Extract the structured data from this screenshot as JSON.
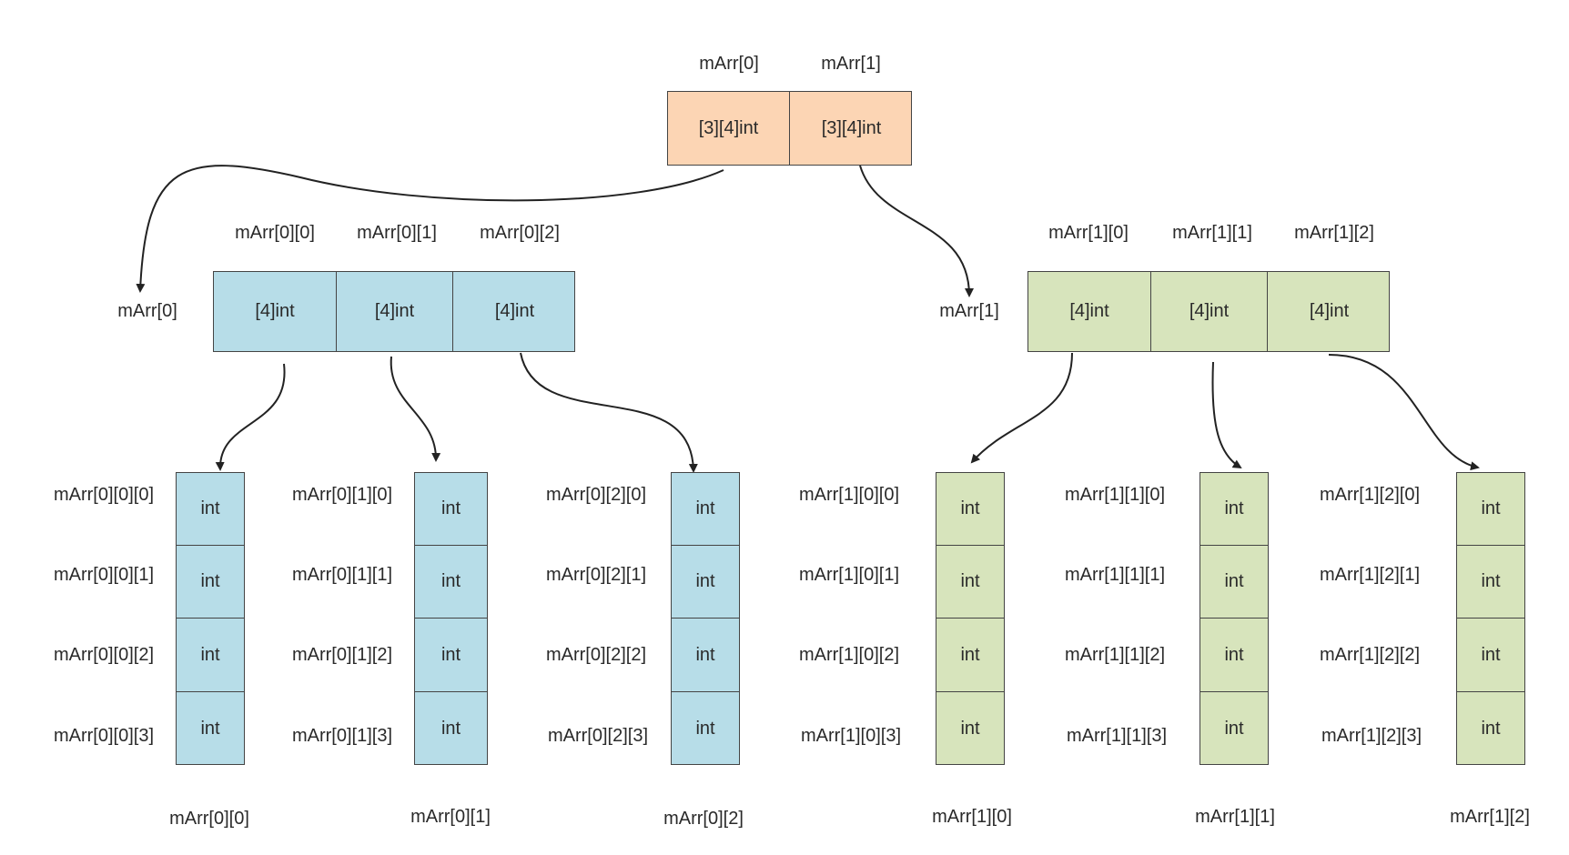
{
  "colors": {
    "top": "#FCD5B4",
    "left": "#B7DDE8",
    "right": "#D7E4BC",
    "border": "#444444"
  },
  "top_array": {
    "index_labels": [
      "mArr[0]",
      "mArr[1]"
    ],
    "cells": [
      "[3][4]int",
      "[3][4]int"
    ]
  },
  "mid_arrays": [
    {
      "side_label": "mArr[0]",
      "index_labels": [
        "mArr[0][0]",
        "mArr[0][1]",
        "mArr[0][2]"
      ],
      "cells": [
        "[4]int",
        "[4]int",
        "[4]int"
      ]
    },
    {
      "side_label": "mArr[1]",
      "index_labels": [
        "mArr[1][0]",
        "mArr[1][1]",
        "mArr[1][2]"
      ],
      "cells": [
        "[4]int",
        "[4]int",
        "[4]int"
      ]
    }
  ],
  "leaf_arrays": [
    {
      "row_labels": [
        "mArr[0][0][0]",
        "mArr[0][0][1]",
        "mArr[0][0][2]",
        "mArr[0][0][3]"
      ],
      "cells": [
        "int",
        "int",
        "int",
        "int"
      ],
      "bottom_label": "mArr[0][0]"
    },
    {
      "row_labels": [
        "mArr[0][1][0]",
        "mArr[0][1][1]",
        "mArr[0][1][2]",
        "mArr[0][1][3]"
      ],
      "cells": [
        "int",
        "int",
        "int",
        "int"
      ],
      "bottom_label": "mArr[0][1]"
    },
    {
      "row_labels": [
        "mArr[0][2][0]",
        "mArr[0][2][1]",
        "mArr[0][2][2]",
        "mArr[0][2][3]"
      ],
      "cells": [
        "int",
        "int",
        "int",
        "int"
      ],
      "bottom_label": "mArr[0][2]"
    },
    {
      "row_labels": [
        "mArr[1][0][0]",
        "mArr[1][0][1]",
        "mArr[1][0][2]",
        "mArr[1][0][3]"
      ],
      "cells": [
        "int",
        "int",
        "int",
        "int"
      ],
      "bottom_label": "mArr[1][0]"
    },
    {
      "row_labels": [
        "mArr[1][1][0]",
        "mArr[1][1][1]",
        "mArr[1][1][2]",
        "mArr[1][1][3]"
      ],
      "cells": [
        "int",
        "int",
        "int",
        "int"
      ],
      "bottom_label": "mArr[1][1]"
    },
    {
      "row_labels": [
        "mArr[1][2][0]",
        "mArr[1][2][1]",
        "mArr[1][2][2]",
        "mArr[1][2][3]"
      ],
      "cells": [
        "int",
        "int",
        "int",
        "int"
      ],
      "bottom_label": "mArr[1][2]"
    }
  ]
}
